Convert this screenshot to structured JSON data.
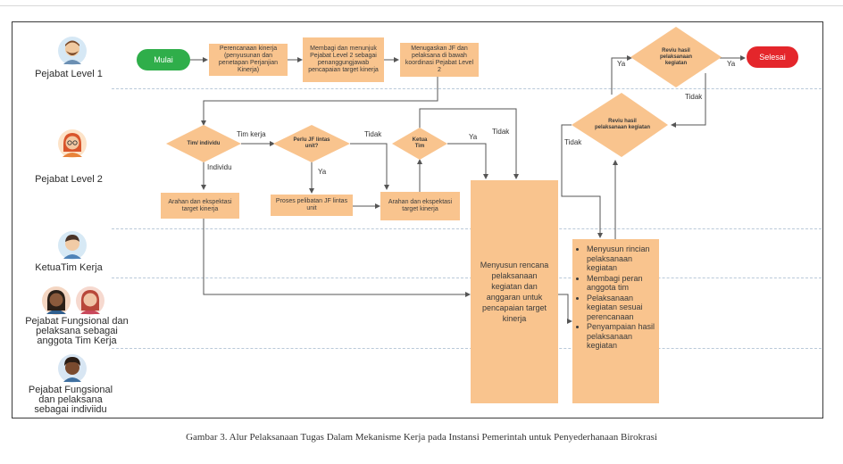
{
  "roles": [
    {
      "id": "pl1",
      "label": "Pejabat Level 1"
    },
    {
      "id": "pl2",
      "label": "Pejabat Level 2"
    },
    {
      "id": "ketua",
      "label": "KetuaTim Kerja"
    },
    {
      "id": "pf_tim",
      "label": "Pejabat Fungsional dan pelaksana sebagai anggota Tim Kerja"
    },
    {
      "id": "pf_ind",
      "label": "Pejabat Fungsional dan pelaksana sebagai indiviidu"
    }
  ],
  "terminals": {
    "start": "Mulai",
    "end": "Selesai"
  },
  "boxes": {
    "perencanaan": "Perencanaan kinerja (penyusunan dan penetapan Perjanjian Kinerja)",
    "membagi": "Membagi dan menunjuk Pejabat Level 2 sebagai penanggungjawab pencapaian target kinerja",
    "menugaskan": "Menugaskan JF dan pelaksana di bawah koordinasi Pejabat Level 2",
    "arahan1": "Arahan dan ekspektasi target kinerja",
    "proses": "Proses pelibatan JF lintas unit",
    "arahan2": "Arahan dan ekspektasi target kinerja",
    "menyusun": "Menyusun rencana pelaksanaan kegiatan dan anggaran untuk pencapaian target kinerja"
  },
  "task_list": [
    "Menyusun rincian pelaksanaan kegiatan",
    "Membagi peran anggota tim",
    "Pelaksanaan kegiatan sesuai perencanaan",
    "Penyampaian hasil pelaksanaan kegiatan"
  ],
  "decisions": {
    "tim_individu": "Tim/ individu",
    "perlu_jf": "Perlu JF lintas unit?",
    "ketua_tim": "Ketua Tim",
    "reviu2": "Reviu hasil pelaksanaan kegiatan",
    "reviu1": "Reviu hasil pelaksanaan kegiatan"
  },
  "edge_labels": {
    "tim_kerja": "Tim kerja",
    "individu": "Individu",
    "tidak_a": "Tidak",
    "ya_a": "Ya",
    "ya_b": "Ya",
    "tidak_b": "Tidak",
    "tidak_c": "Tidak",
    "ya_c": "Ya",
    "tidak_d": "Tidak",
    "ya_d": "Ya"
  },
  "caption": "Gambar 3. Alur Pelaksanaan Tugas Dalam Mekanisme Kerja pada Instansi Pemerintah untuk Penyederhanaan Birokrasi",
  "colors": {
    "box": "#f9c48e",
    "start": "#2fae4a",
    "end": "#e4262b",
    "lane": "#b9c9d9"
  },
  "icons": [
    "avatar-man-beard-icon",
    "avatar-woman-glasses-icon",
    "avatar-young-man-icon",
    "avatar-woman-dark-hair-icon",
    "avatar-woman-red-hair-icon",
    "avatar-curly-hair-person-icon"
  ]
}
